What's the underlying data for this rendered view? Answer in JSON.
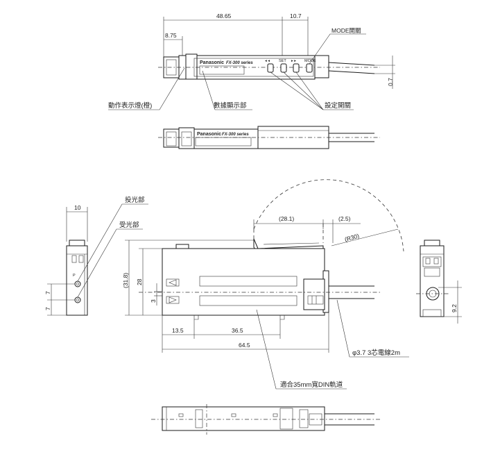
{
  "dimensions": {
    "d_48_65": "48.65",
    "d_10_7": "10.7",
    "d_8_75": "8.75",
    "d_0_7": "0.7",
    "d_10": "10",
    "d_7a": "7",
    "d_7b": "7",
    "d_28_1": "(28.1)",
    "d_2_5": "(2.5)",
    "d_r30": "(R30)",
    "d_31_8": "(31.8)",
    "d_28": "28",
    "d_3": "3",
    "d_13_5": "13.5",
    "d_36_5": "36.5",
    "d_64_5": "64.5",
    "d_9_2": "9.2"
  },
  "labels": {
    "mode_switch": "MODE開關",
    "indicator": "動作表示燈(橙)",
    "digital_display": "數據顯示部",
    "setting_switch": "設定開關",
    "emitter": "投光部",
    "receiver": "受光部",
    "cable": "φ3.7  3芯電線2m",
    "din_rail": "適合35mm寬DIN軌道"
  },
  "device": {
    "brand": "Panasonic",
    "series": "FX-300 series",
    "mark_p": "P"
  }
}
